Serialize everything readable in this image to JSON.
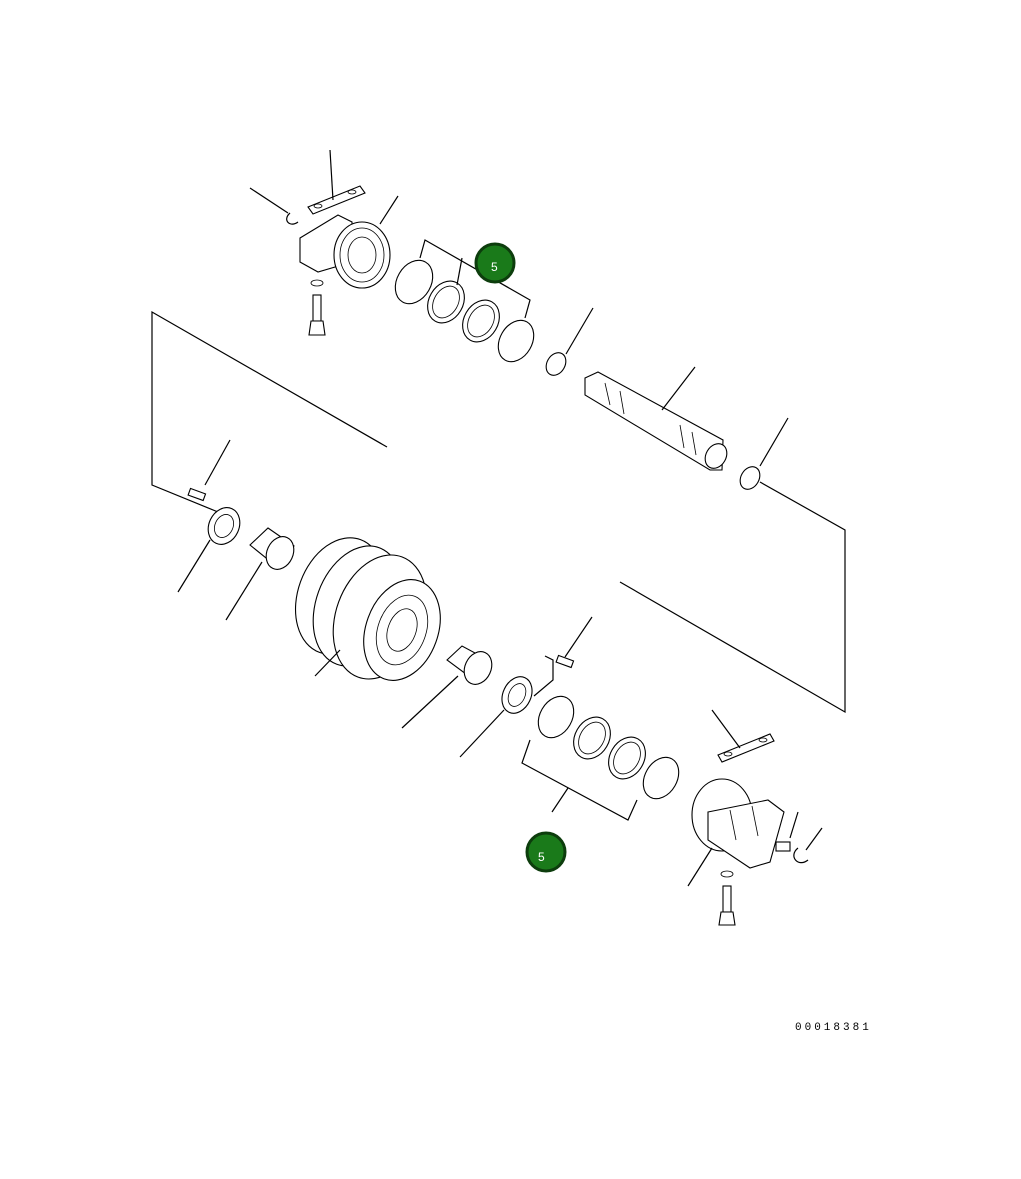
{
  "callouts": [
    {
      "label": "5"
    },
    {
      "label": "5"
    }
  ],
  "drawing_number": "00018381",
  "colors": {
    "callout_fill": "#1a7a1a",
    "callout_ring": "#0d3d0d",
    "line": "#000000",
    "background": "#ffffff"
  }
}
